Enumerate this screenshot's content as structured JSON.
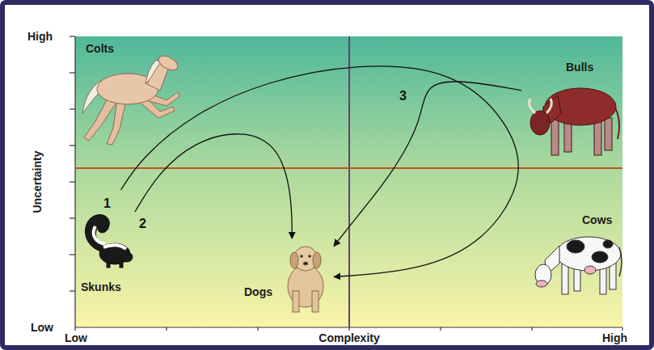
{
  "diagram": {
    "nodes": [
      {
        "text": [
          "Colts"
        ]
      },
      {
        "text": [
          "Bulls"
        ]
      },
      {
        "text": [
          "Skunks"
        ]
      },
      {
        "text": [
          "Dogs"
        ]
      },
      {
        "text": [
          "Cows"
        ]
      }
    ],
    "edges": [
      {
        "from": 2,
        "to": 3,
        "arrow": "to",
        "label": "1"
      },
      {
        "from": 2,
        "to": 3,
        "arrow": "to",
        "label": "2"
      },
      {
        "from": 1,
        "to": 3,
        "arrow": "to",
        "label": "3"
      }
    ],
    "labels": [
      "High",
      "Low",
      "Uncertainty",
      "Low",
      "High",
      "Complexity"
    ]
  }
}
